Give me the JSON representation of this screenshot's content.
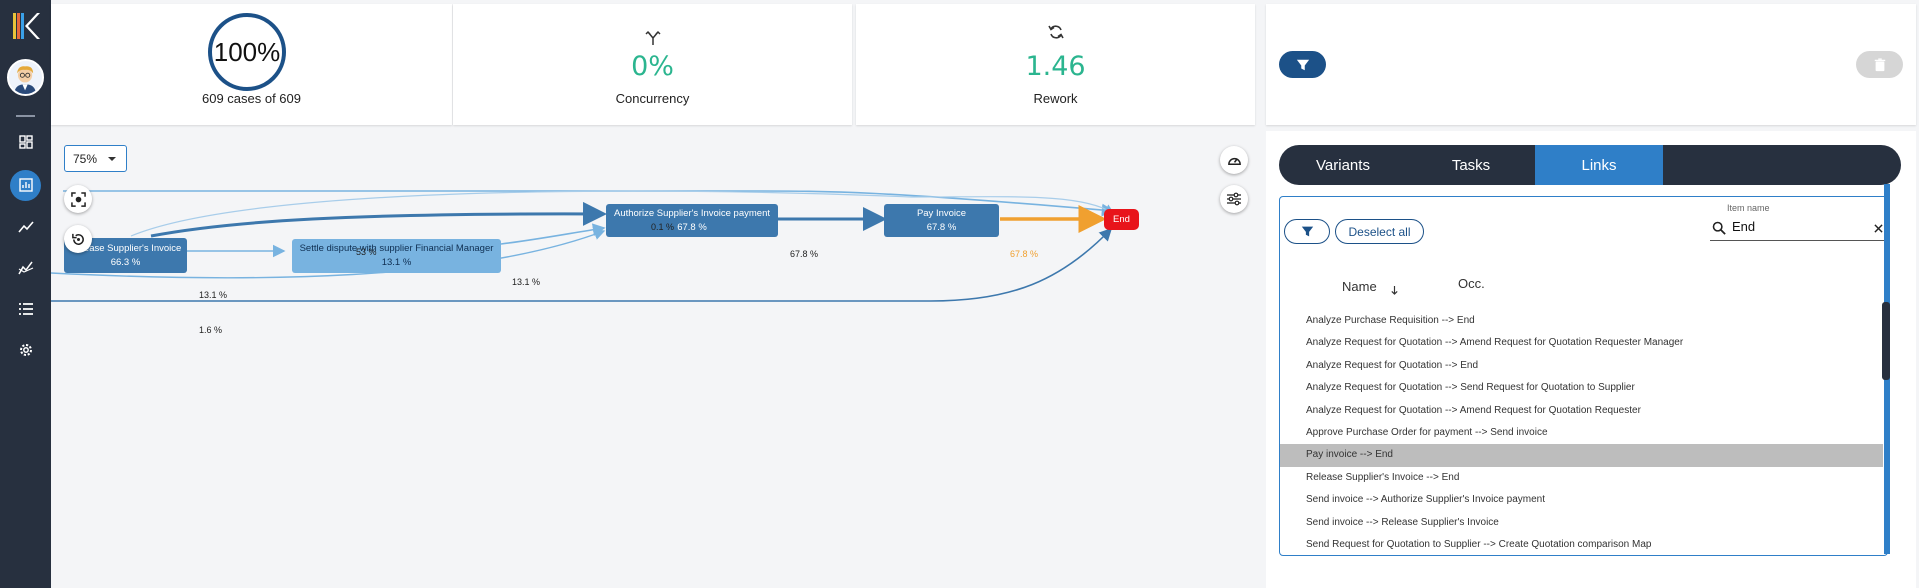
{
  "kpis": {
    "cases": {
      "ring_value": "100%",
      "label": "609 cases of 609"
    },
    "concurrency": {
      "value": "0%",
      "label": "Concurrency"
    },
    "rework": {
      "value": "1.46",
      "label": "Rework"
    }
  },
  "canvas": {
    "zoom": "75%",
    "nodes": {
      "release": {
        "name": "Release Supplier's Invoice",
        "pct": "66.3 %"
      },
      "settle": {
        "name": "Settle dispute with supplier Financial Manager",
        "pct": "13.1 %"
      },
      "authorize": {
        "name": "Authorize Supplier's Invoice payment",
        "pct": "67.8 %"
      },
      "pay": {
        "name": "Pay Invoice",
        "pct": "67.8 %"
      },
      "end": {
        "name": "End"
      }
    },
    "edges": {
      "e1": "0.1 %",
      "e2": "53 %",
      "e3": "67.8 %",
      "e4": "67.8 %",
      "e5": "13.1 %",
      "e6": "13.1 %",
      "e7": "1.6 %"
    }
  },
  "panel": {
    "tabs": [
      "Variants",
      "Tasks",
      "Links"
    ],
    "deselect_label": "Deselect all",
    "search": {
      "label": "Item name",
      "value": "End"
    },
    "columns": {
      "name": "Name",
      "occ": "Occ."
    },
    "rows": [
      "Analyze Purchase Requisition --> End",
      "Analyze Request for Quotation --> Amend Request for Quotation Requester Manager",
      "Analyze Request for Quotation --> End",
      "Analyze Request for Quotation --> Send Request for Quotation to Supplier",
      "Analyze Request for Quotation --> Amend Request for Quotation Requester",
      "Approve Purchase Order for payment --> Send invoice",
      "Pay invoice --> End",
      "Release Supplier's Invoice --> End",
      "Send invoice --> Authorize Supplier's Invoice payment",
      "Send invoice --> Release Supplier's Invoice",
      "Send Request for Quotation to Supplier --> Create Quotation comparison Map"
    ],
    "selected_row": "Pay invoice --> End"
  },
  "colors": {
    "sidebar": "#27303f",
    "accent": "#2f7fc8",
    "dark_blue": "#1c5188",
    "kpi_green": "#2bb58f",
    "end_node": "#e8141b",
    "highlight_edge": "#f0a030"
  }
}
